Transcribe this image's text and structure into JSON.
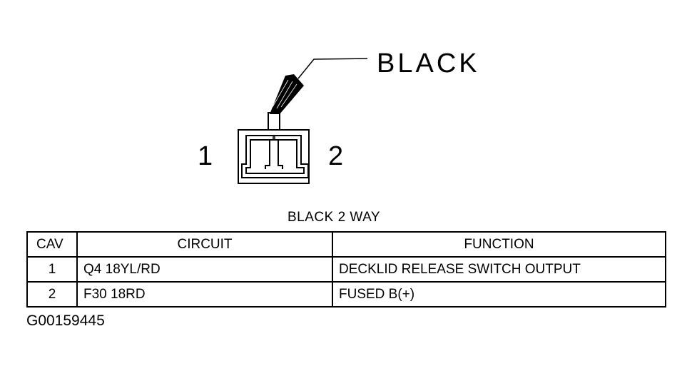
{
  "connector": {
    "wire_color_label": "BLACK",
    "pin_labels": [
      "1",
      "2"
    ],
    "title": "BLACK 2 WAY"
  },
  "table": {
    "headers": [
      "CAV",
      "CIRCUIT",
      "FUNCTION"
    ],
    "rows": [
      {
        "cav": "1",
        "circuit": "Q4 18YL/RD",
        "function": "DECKLID RELEASE SWITCH OUTPUT"
      },
      {
        "cav": "2",
        "circuit": "F30 18RD",
        "function": "FUSED B(+)"
      }
    ]
  },
  "figure_id": "G00159445"
}
